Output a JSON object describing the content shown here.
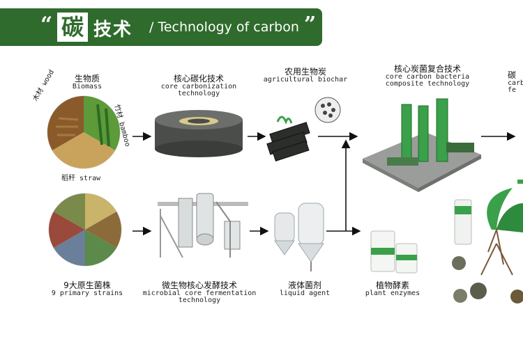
{
  "banner": {
    "open_quote": "“",
    "title_cn_1": "碳",
    "title_cn_2": "技术",
    "title_en": "/ Technology of carbon",
    "close_quote": "”"
  },
  "nodes": {
    "biomass": {
      "cn": "生物质",
      "en": "Biomass"
    },
    "wood": {
      "cn": "木材",
      "en": "wood"
    },
    "bamboo": {
      "cn": "竹材",
      "en": "bamboo"
    },
    "straw": {
      "cn": "稻秆",
      "en": "straw"
    },
    "carbonization": {
      "cn": "核心碳化技术",
      "en1": "core carbonization",
      "en2": "technology"
    },
    "biochar": {
      "cn": "农用生物炭",
      "en": "agricultural biochar"
    },
    "composite": {
      "cn": "核心炭菌复合技术",
      "en1": "core carbon bacteria",
      "en2": "composite technology"
    },
    "right_partial": {
      "cn": "碳",
      "en1": "carb",
      "en2": "fe"
    },
    "strains": {
      "cn": "9大原生菌株",
      "en": "9 primary strains"
    },
    "fermentation": {
      "cn": "微生物核心发酵技术",
      "en1": "microbial core fermentation",
      "en2": "technology"
    },
    "liquid": {
      "cn": "液体菌剂",
      "en": "liquid agent"
    },
    "enzymes": {
      "cn": "植物酵素",
      "en": "plant enzymes"
    }
  },
  "colors": {
    "brand_green": "#2f6b2c",
    "bright_green": "#3aa04a",
    "dark_grey": "#4a4d4a"
  }
}
